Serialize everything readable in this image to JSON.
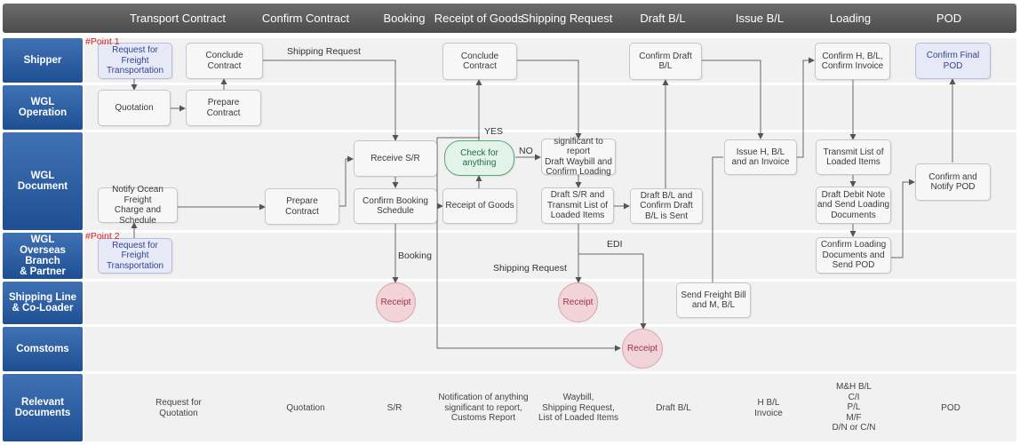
{
  "header": {
    "columns": [
      "Transport Contract",
      "Confirm Contract",
      "Booking",
      "Receipt of Goods",
      "Shipping Request",
      "Draft B/L",
      "Issue B/L",
      "Loading",
      "POD"
    ]
  },
  "lanes": [
    "Shipper",
    "WGL\nOperation",
    "WGL\nDocument",
    "WGL\nOverseas Branch\n& Partner",
    "Shipping Line\n& Co-Loader",
    "Comstoms",
    "Relevant\nDocuments"
  ],
  "boxes": {
    "request_freight_1": "Request for Freight\nTransportation",
    "conclude_contract_1": "Conclude\nContract",
    "quotation": "Quotation",
    "prepare_contract_op": "Prepare\nContract",
    "notify_ocean_freight": "Notify Ocean Freight\nCharge and Schedule",
    "request_freight_2": "Request for Freight\nTransportation",
    "prepare_contract_doc": "Prepare\nContract",
    "receive_sr": "Receive S/R",
    "confirm_booking_schedule": "Confirm Booking\nSchedule",
    "conclude_contract_2": "Conclude\nContract",
    "check_for_anything": "Check for\nanything",
    "receipt_of_goods": "Receipt of Goods",
    "significant_report": "significant to report\nDraft Waybill and\nConfirm Loading",
    "draft_sr_transmit": "Draft S/R and\nTransmit List of\nLoaded Items",
    "confirm_draft_bl": "Confirm Draft\nB/L",
    "draft_bl_sent": "Draft B/L and\nConfirm Draft\nB/L is Sent",
    "issue_hbl_invoice": "Issue H, B/L\nand an Invoice",
    "send_freight_bill": "Send Freight Bill\nand M, B/L",
    "confirm_hbl_invoice": "Confirm H, B/L,\nConfirm Invoice",
    "transmit_list_loaded": "Transmit List of\nLoaded Items",
    "draft_debit_note": "Draft Debit Note\nand  Send Loading\nDocuments",
    "confirm_loading_docs": "Confirm Loading\nDocuments and\nSend POD",
    "confirm_final_pod": "Confirm Final\nPOD",
    "confirm_notify_pod": "Confirm and\nNotify POD"
  },
  "receipts": {
    "receipt_booking": "Receipt",
    "receipt_sr": "Receipt",
    "receipt_customs": "Receipt"
  },
  "labels": {
    "point_1": "#Point 1",
    "point_2": "#Point 2",
    "shipping_request_top": "Shipping Request",
    "yes": "YES",
    "no": "NO",
    "booking": "Booking",
    "edi": "EDI",
    "shipping_request_mid": "Shipping Request"
  },
  "documents": [
    "Request for\nQuotation",
    "Quotation",
    "S/R",
    "Notification of anything\nsignificant to report,\nCustoms Report",
    "Waybill,\nShipping Request,\nList of Loaded Items",
    "Draft B/L",
    "H B/L\nInvoice",
    "M&H B/L\nC/I\nP/L\nM/F\nD/N or C/N",
    "POD"
  ],
  "colors": {
    "lane_label": "#2b5ea3",
    "header": "#5a5a5a",
    "receipt_fill": "#f2d3d8",
    "check_fill": "#e3f3ea",
    "point_text": "#d42020"
  }
}
